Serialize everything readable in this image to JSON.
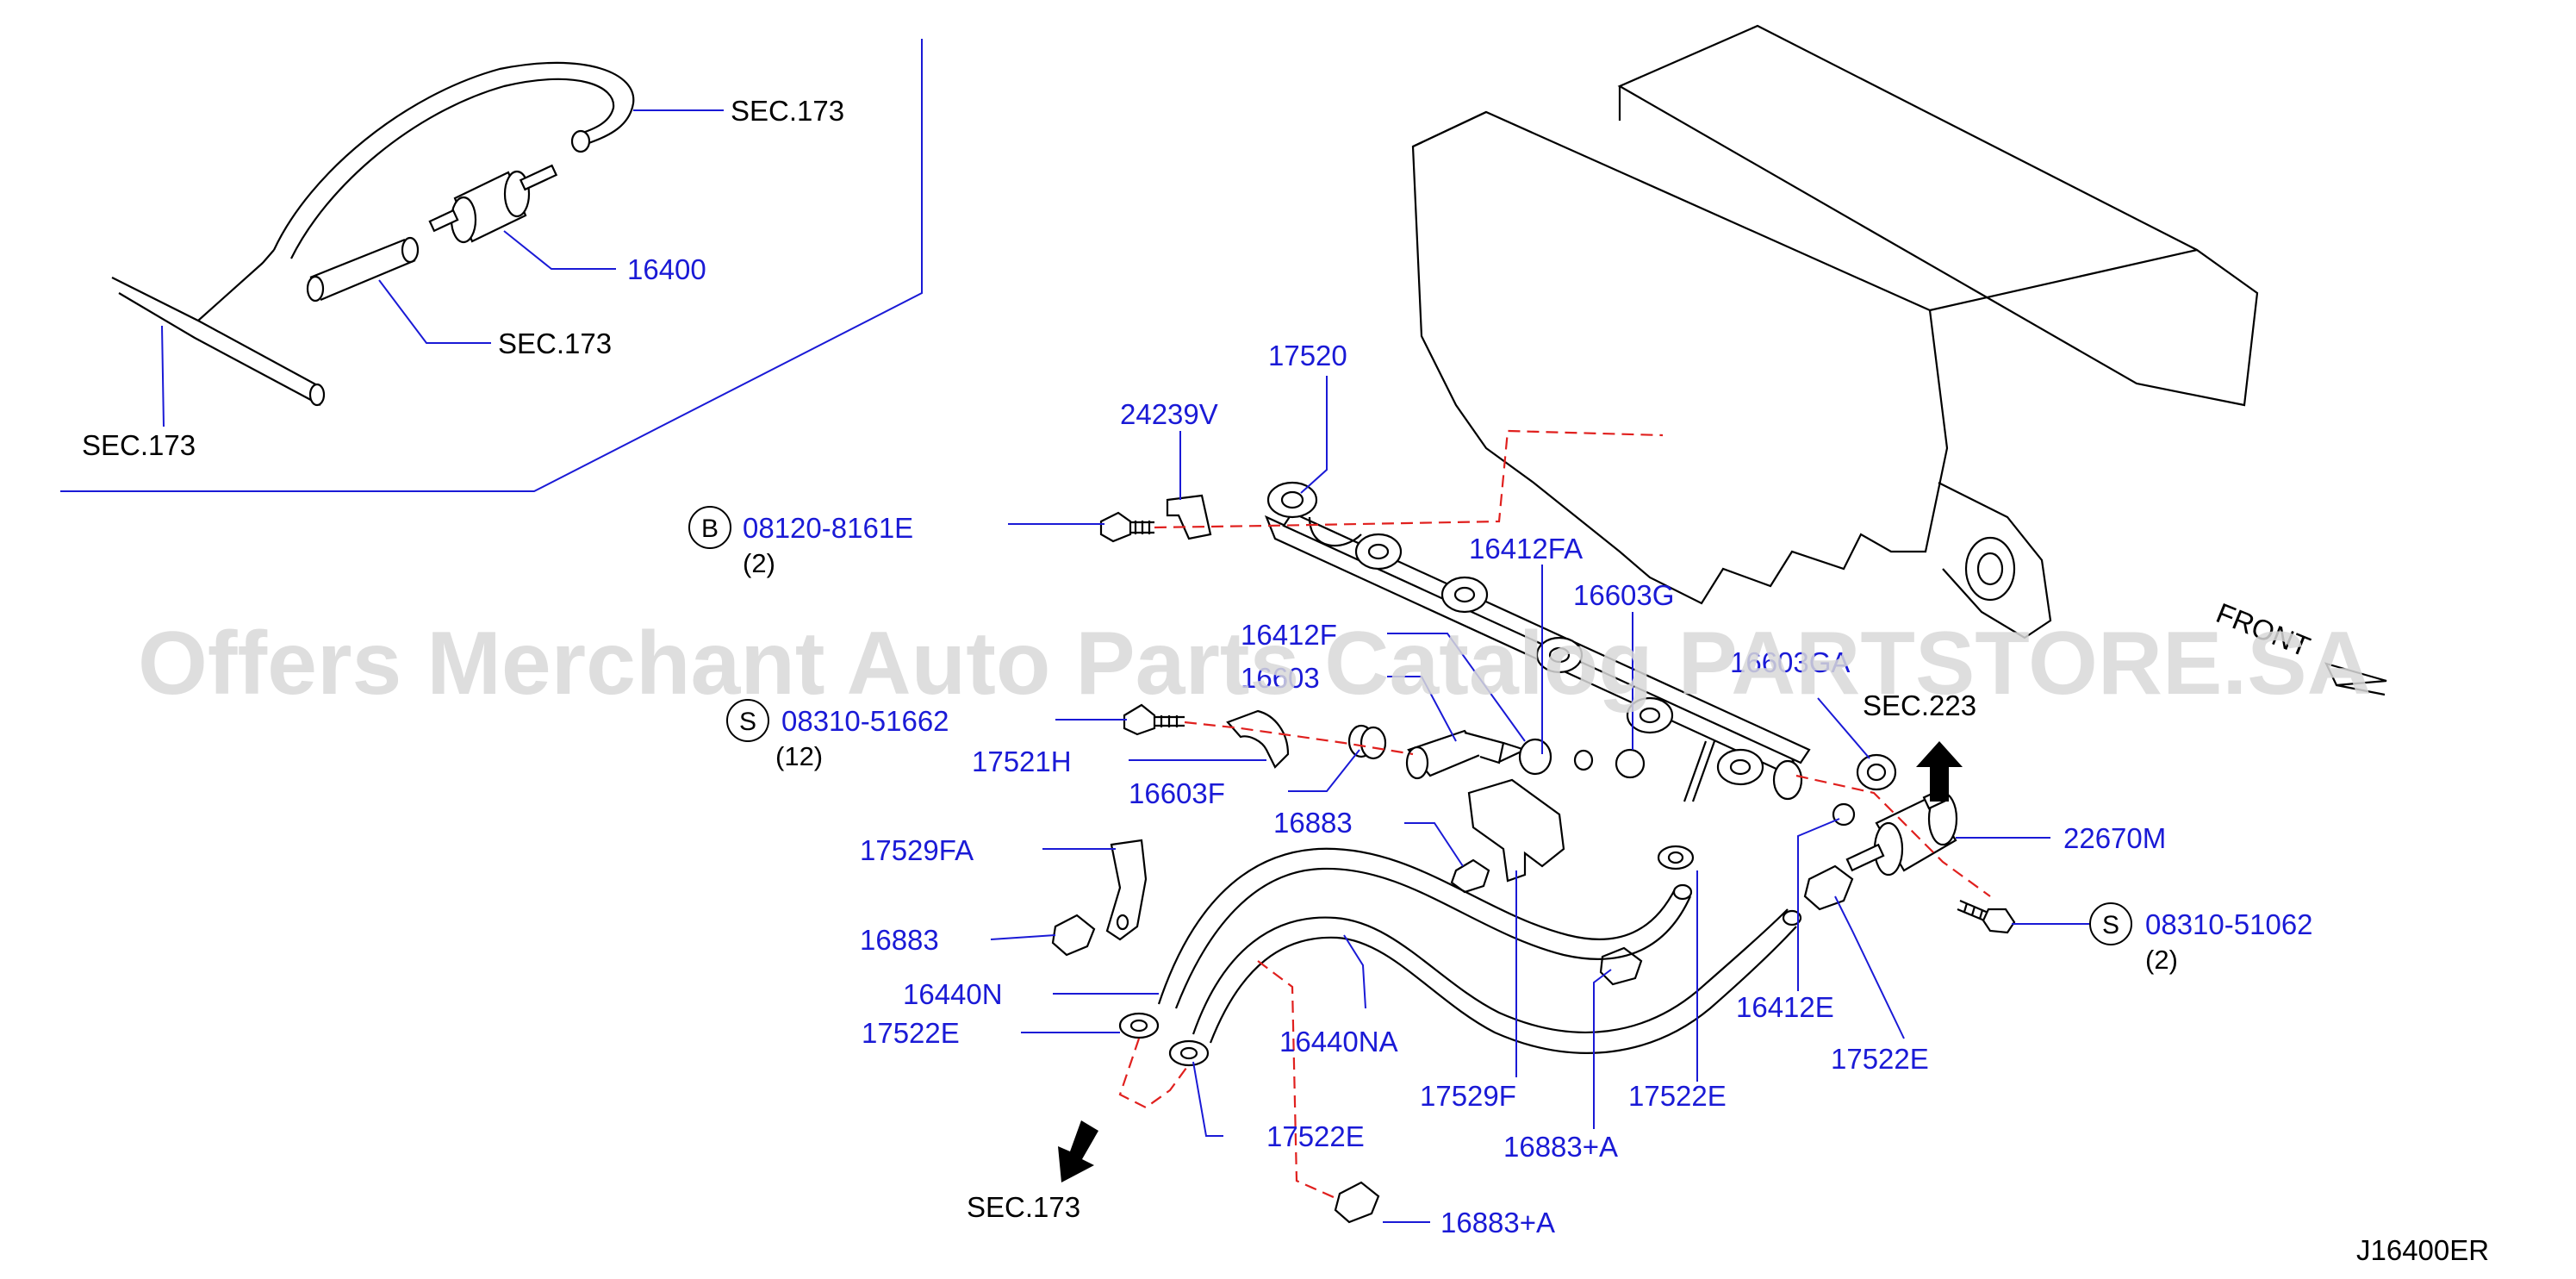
{
  "watermark": "Offers Merchant Auto Parts Catalog PARTSTORE.SA",
  "diagram_code": "J16400ER",
  "front_label": "FRONT",
  "inset": {
    "sec_hose_top": "SEC.173",
    "part_filter": "16400",
    "sec_hose_mid": "SEC.173",
    "sec_hose_left": "SEC.173"
  },
  "bolt_b": {
    "symbol": "B",
    "part": "08120-8161E",
    "qty": "(2)"
  },
  "screw_s1": {
    "symbol": "S",
    "part": "08310-51662",
    "qty": "(12)"
  },
  "screw_s2": {
    "symbol": "S",
    "part": "08310-51062",
    "qty": "(2)"
  },
  "parts": {
    "p17520": "17520",
    "p24239v": "24239V",
    "p16412fa": "16412FA",
    "p16412f": "16412F",
    "p16603": "16603",
    "p16603g": "16603G",
    "p16603ga": "16603GA",
    "p17521h": "17521H",
    "p16603f": "16603F",
    "p16883a": "16883",
    "p17529fa": "17529FA",
    "p16883b": "16883",
    "p16440n": "16440N",
    "p17522e_a": "17522E",
    "p16440na": "16440NA",
    "p17522e_b": "17522E",
    "p17529f": "17529F",
    "p16883pa_a": "16883+A",
    "p17522e_c": "17522E",
    "p16412e": "16412E",
    "p17522e_d": "17522E",
    "p22670m": "22670M",
    "p16883pa_b": "16883+A"
  },
  "sec_refs": {
    "sec223": "SEC.223",
    "sec173_bottom": "SEC.173"
  }
}
